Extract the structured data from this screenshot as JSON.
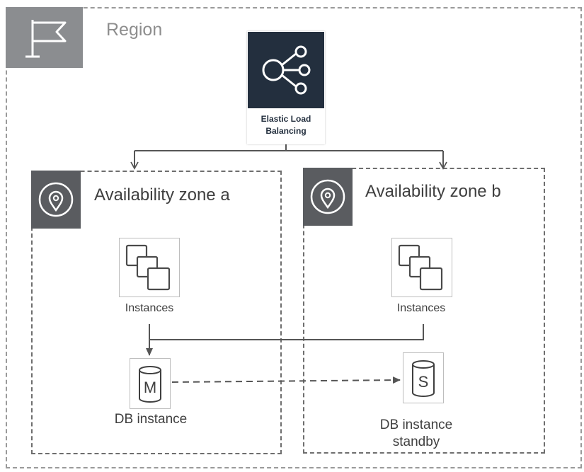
{
  "region": {
    "label": "Region",
    "icon": "flag-icon"
  },
  "load_balancer": {
    "label_line1": "Elastic Load",
    "label_line2": "Balancing",
    "icon": "load-balancer-icon"
  },
  "zones": [
    {
      "label": "Availability  zone a",
      "icon": "location-pin-icon",
      "instances_label": "Instances",
      "db": {
        "letter": "M",
        "label": "DB instance"
      }
    },
    {
      "label": "Availability  zone b",
      "icon": "location-pin-icon",
      "instances_label": "Instances",
      "db": {
        "letter": "S",
        "label_line1": "DB instance",
        "label_line2": "standby"
      }
    }
  ],
  "colors": {
    "region_badge": "#8b8d90",
    "zone_badge": "#5a5c60",
    "elb_background": "#232f3e",
    "connector": "#555555"
  }
}
